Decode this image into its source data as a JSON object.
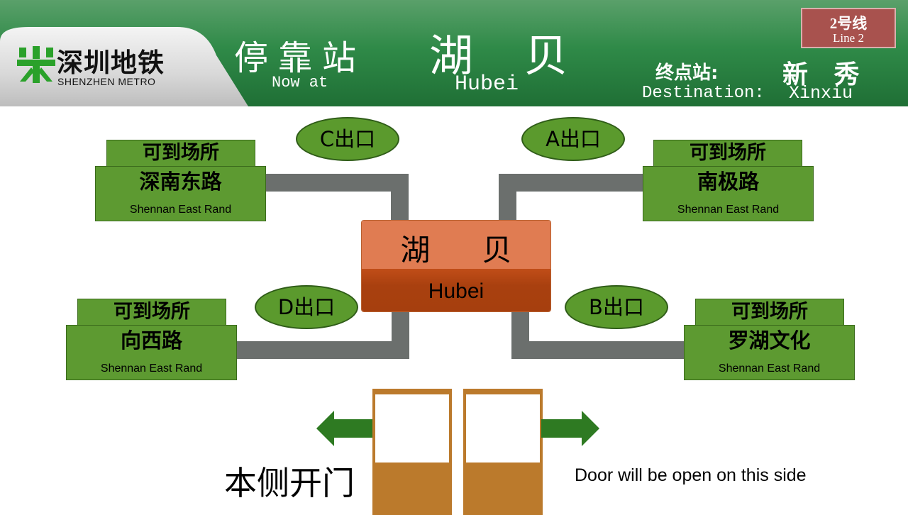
{
  "header": {
    "logo": {
      "cn": "深圳地铁",
      "en": "SHENZHEN METRO",
      "icon": "shenzhen-metro-logo-icon"
    },
    "now_at": {
      "cn": "停靠站",
      "en": "Now at"
    },
    "station": {
      "cn": "湖 贝",
      "en": "Hubei"
    },
    "destination": {
      "label_cn": "终点站:",
      "label_en": "Destination:",
      "cn": "新 秀",
      "en": "Xinxiu"
    },
    "line": {
      "cn": "2号线",
      "en": "Line 2"
    }
  },
  "center": {
    "cn": "湖 贝",
    "en": "Hubei"
  },
  "exits": [
    {
      "label": "C出口",
      "tag": "可到场所",
      "place_cn": "深南东路",
      "place_en": "Shennan East Rand"
    },
    {
      "label": "A出口",
      "tag": "可到场所",
      "place_cn": "南极路",
      "place_en": "Shennan East Rand"
    },
    {
      "label": "D出口",
      "tag": "可到场所",
      "place_cn": "向西路",
      "place_en": "Shennan East Rand"
    },
    {
      "label": "B出口",
      "tag": "可到场所",
      "place_cn": "罗湖文化",
      "place_en": "Shennan East Rand"
    }
  ],
  "door": {
    "cn": "本侧开门",
    "en": "Door will be open on this side"
  },
  "colors": {
    "header_green": "#2f8a48",
    "exit_green": "#5b9a2d",
    "center_orange": "#e07c52",
    "center_rust": "#a9400f",
    "door_brown": "#bb7a2c",
    "arrow_green": "#2e7a22"
  }
}
